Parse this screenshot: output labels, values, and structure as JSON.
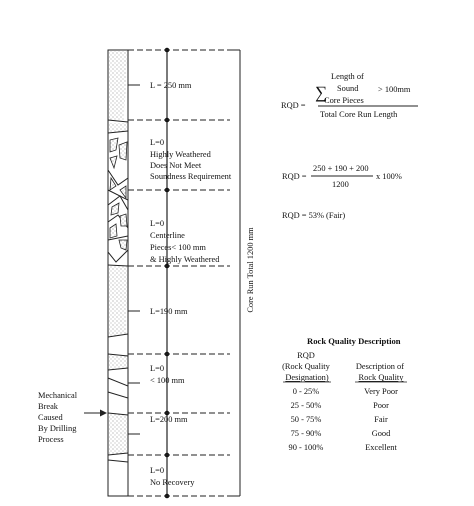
{
  "core_log": {
    "segments": [
      {
        "lines": [
          "L = 250 mm"
        ]
      },
      {
        "lines": [
          "L=0",
          "Highly Weathered",
          "Does Not Meet",
          "Soundness Requirement"
        ]
      },
      {
        "lines": [
          "L=0",
          "Centerline",
          "Pieces< 100 mm",
          "& Highly Weathered"
        ]
      },
      {
        "lines": [
          "L=190 mm"
        ]
      },
      {
        "lines": [
          "L=0",
          "< 100 mm"
        ]
      },
      {
        "lines": [
          "L=200 mm"
        ]
      },
      {
        "lines": [
          "L=0",
          "No Recovery"
        ]
      }
    ],
    "core_run_label": "Core Run Total 1200 mm",
    "break_note": [
      "Mechanical",
      "Break",
      "Caused",
      "By Drilling",
      "Process"
    ]
  },
  "formula": {
    "lhs": "RQD =",
    "sigma": "∑",
    "numerator_lines": [
      "Length of",
      "Sound",
      "Core Pieces"
    ],
    "condition": "> 100mm",
    "denominator": "Total Core Run Length",
    "calc_lhs": "RQD =",
    "calc_numerator": "250 + 190 + 200",
    "calc_denominator": "1200",
    "calc_multiplier": "x 100%",
    "result": "RQD = 53% (Fair)"
  },
  "quality_table": {
    "title": "Rock Quality Description",
    "col1_header": [
      "RQD",
      "(Rock Quality",
      "Designation)"
    ],
    "col2_header": [
      "Description of",
      "Rock Quality"
    ],
    "rows": [
      {
        "range": "0 - 25%",
        "desc": "Very Poor"
      },
      {
        "range": "25 - 50%",
        "desc": "Poor"
      },
      {
        "range": "50 - 75%",
        "desc": "Fair"
      },
      {
        "range": "75 - 90%",
        "desc": "Good"
      },
      {
        "range": "90 - 100%",
        "desc": "Excellent"
      }
    ]
  }
}
